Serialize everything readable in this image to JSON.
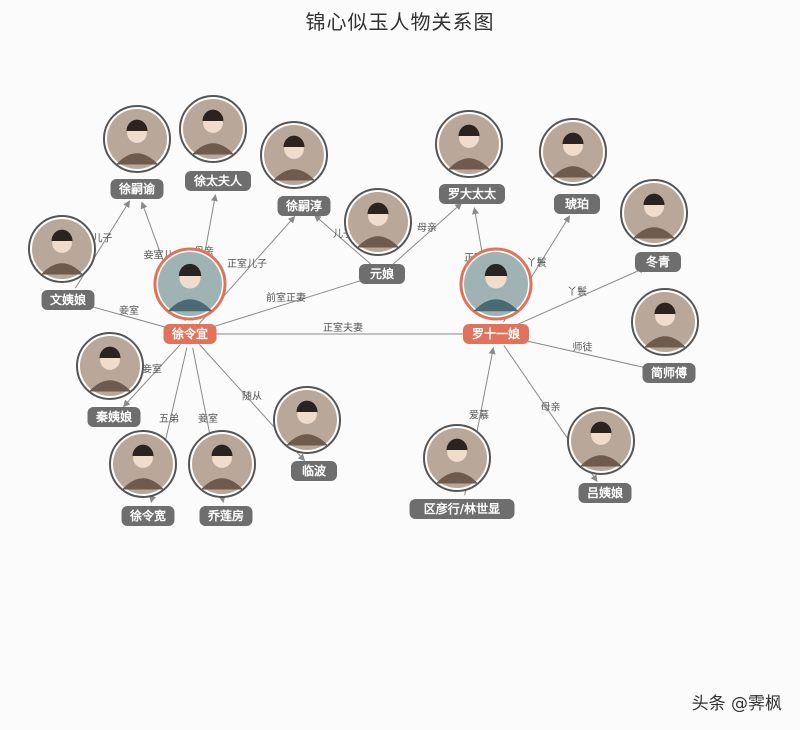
{
  "title": "锦心似玉人物关系图",
  "watermark": "头条 @霁枫",
  "colors": {
    "main": "#e2735a",
    "node": "#6e6e6e",
    "edge": "#8a8a8a"
  },
  "nodes": [
    {
      "id": "xuling",
      "name": "徐令宜",
      "main": true
    },
    {
      "id": "luo11",
      "name": "罗十一娘",
      "main": true
    },
    {
      "id": "xsy",
      "name": "徐嗣谕"
    },
    {
      "id": "xtfr",
      "name": "徐太夫人"
    },
    {
      "id": "xsc",
      "name": "徐嗣淳"
    },
    {
      "id": "wyn",
      "name": "文姨娘"
    },
    {
      "id": "yn",
      "name": "元娘"
    },
    {
      "id": "lddt",
      "name": "罗大太太"
    },
    {
      "id": "hp",
      "name": "琥珀"
    },
    {
      "id": "dq",
      "name": "冬青"
    },
    {
      "id": "jsf",
      "name": "简师傅"
    },
    {
      "id": "qyn",
      "name": "秦姨娘"
    },
    {
      "id": "xlk",
      "name": "徐令宽"
    },
    {
      "id": "qlf",
      "name": "乔莲房"
    },
    {
      "id": "lb",
      "name": "临波"
    },
    {
      "id": "qyh",
      "name": "区彦行/林世显"
    },
    {
      "id": "lyn",
      "name": "吕姨娘"
    }
  ],
  "edges": [
    {
      "from": "xuling",
      "to": "xsy",
      "label": "妾室儿子"
    },
    {
      "from": "xuling",
      "to": "xtfr",
      "label": "母亲"
    },
    {
      "from": "xuling",
      "to": "xsc",
      "label": "正室儿子"
    },
    {
      "from": "wyn",
      "to": "xsy",
      "label": "儿子"
    },
    {
      "from": "xuling",
      "to": "wyn",
      "label": "妾室"
    },
    {
      "from": "xuling",
      "to": "yn",
      "label": "前室正妻"
    },
    {
      "from": "yn",
      "to": "xsc",
      "label": "儿子"
    },
    {
      "from": "xuling",
      "to": "luo11",
      "label": "正室夫妻"
    },
    {
      "from": "xuling",
      "to": "qyn",
      "label": "妾室"
    },
    {
      "from": "xuling",
      "to": "xlk",
      "label": "五弟"
    },
    {
      "from": "xuling",
      "to": "qlf",
      "label": "妾室"
    },
    {
      "from": "xuling",
      "to": "lb",
      "label": "随从"
    },
    {
      "from": "yn",
      "to": "lddt",
      "label": "母亲"
    },
    {
      "from": "luo11",
      "to": "lddt",
      "label": "正室嫡母"
    },
    {
      "from": "luo11",
      "to": "hp",
      "label": "丫鬟"
    },
    {
      "from": "luo11",
      "to": "dq",
      "label": "丫鬟"
    },
    {
      "from": "luo11",
      "to": "jsf",
      "label": "师徒"
    },
    {
      "from": "qyh",
      "to": "luo11",
      "label": "爱慕"
    },
    {
      "from": "luo11",
      "to": "lyn",
      "label": "母亲"
    }
  ]
}
